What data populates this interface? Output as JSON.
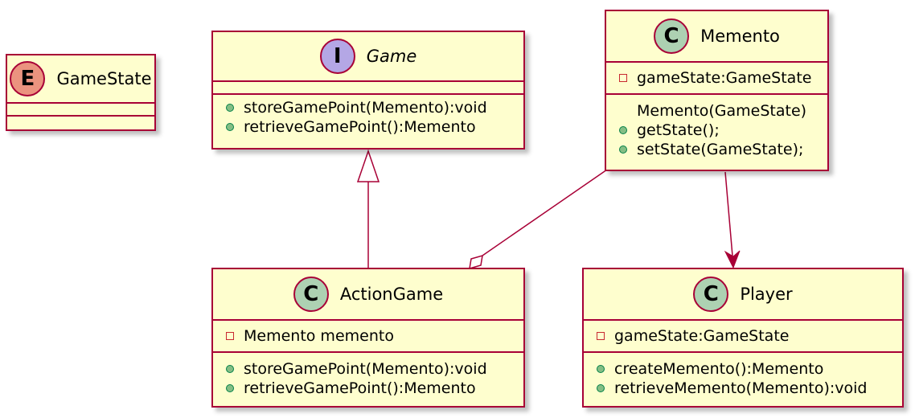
{
  "classes": {
    "gamestate": {
      "stereotype": "E",
      "name": "GameState",
      "fields": [],
      "methods": []
    },
    "game": {
      "stereotype": "I",
      "name": "Game",
      "fields": [],
      "methods": [
        {
          "visibility": "public",
          "text": "storeGamePoint(Memento):void"
        },
        {
          "visibility": "public",
          "text": "retrieveGamePoint():Memento"
        }
      ]
    },
    "memento": {
      "stereotype": "C",
      "name": "Memento",
      "fields": [
        {
          "visibility": "private",
          "text": "gameState:GameState"
        }
      ],
      "methods": [
        {
          "visibility": "none",
          "text": "Memento(GameState)"
        },
        {
          "visibility": "public",
          "text": "getState();"
        },
        {
          "visibility": "public",
          "text": "setState(GameState);"
        }
      ]
    },
    "actiongame": {
      "stereotype": "C",
      "name": "ActionGame",
      "fields": [
        {
          "visibility": "private",
          "text": "Memento memento"
        }
      ],
      "methods": [
        {
          "visibility": "public",
          "text": "storeGamePoint(Memento):void"
        },
        {
          "visibility": "public",
          "text": "retrieveGamePoint():Memento"
        }
      ]
    },
    "player": {
      "stereotype": "C",
      "name": "Player",
      "fields": [
        {
          "visibility": "private",
          "text": "gameState:GameState"
        }
      ],
      "methods": [
        {
          "visibility": "public",
          "text": "createMemento():Memento"
        },
        {
          "visibility": "public",
          "text": "retrieveMemento(Memento):void"
        }
      ]
    }
  },
  "relations": [
    {
      "from": "actiongame",
      "to": "game",
      "kind": "realization"
    },
    {
      "from": "memento",
      "to": "actiongame",
      "kind": "aggregation"
    },
    {
      "from": "memento",
      "to": "player",
      "kind": "association"
    }
  ],
  "colors": {
    "box_fill": "#fefece",
    "border": "#a80036",
    "class_badge": "#add1b2",
    "interface_badge": "#b4a7e5",
    "enum_badge": "#eb937f",
    "public_marker": "#84be84",
    "private_marker": "#c82930"
  }
}
